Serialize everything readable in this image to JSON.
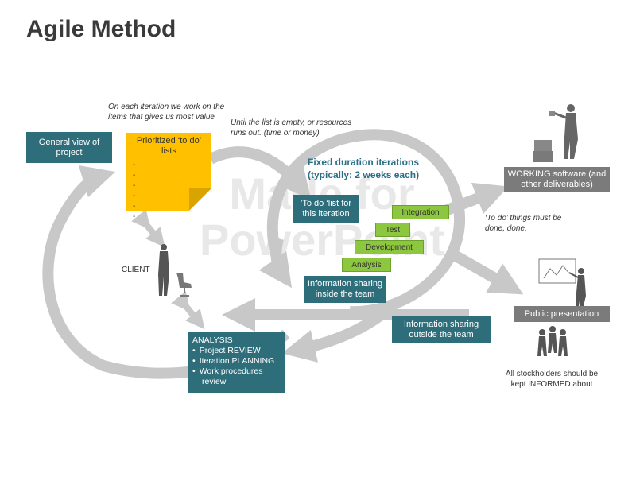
{
  "title": "Agile Method",
  "watermark": [
    "Made for",
    "PowerPoint"
  ],
  "notes": {
    "iteration_note": "On each iteration we work on the items that gives us most value",
    "until_note": "Until the list is empty, or resources runs out. (time or money)",
    "todo_done": "‘To do’ things must be done, done."
  },
  "boxes": {
    "general_view": "General view of project",
    "todo_iteration": "’To do ‘list for this iteration",
    "info_inside": "Information sharing inside the team",
    "info_outside": "Information sharing outside the team",
    "working_software": "WORKING software (and other deliverables)",
    "public_presentation": "Public presentation"
  },
  "sticky": {
    "heading": "Prioritized ‘to do’ lists",
    "items": [
      "-",
      "-",
      "-",
      "-",
      "-",
      "-"
    ]
  },
  "fixed_iterations": "Fixed duration iterations (typically: 2 weeks each)",
  "steps": {
    "integration": "Integration",
    "test": "Test",
    "development": "Development",
    "analysis": "Analysis"
  },
  "client_label": "CLIENT",
  "analysis_box": {
    "heading": "ANALYSIS",
    "items": [
      "Project REVIEW",
      "Iteration PLANNING",
      "Work procedures"
    ],
    "continuation": "review"
  },
  "stakeholders": "All stockholders should be kept INFORMED about",
  "colors": {
    "teal": "#2e6d7a",
    "gray_box": "#7b7b7b",
    "sticky_yellow": "#ffc000",
    "step_green": "#8dc63f",
    "arrow_gray": "#c8c8c8",
    "heading_blue": "#2a6f88"
  }
}
